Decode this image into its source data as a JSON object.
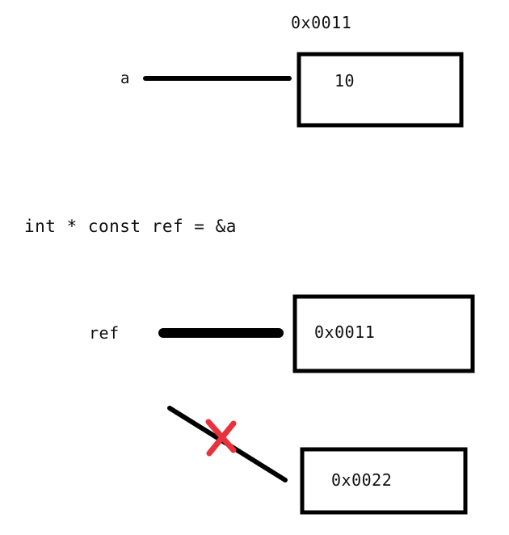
{
  "top": {
    "address_label": "0x0011",
    "variable_label": "a",
    "box_value": "10"
  },
  "declaration": {
    "code": "int * const ref = &a"
  },
  "middle": {
    "variable_label": "ref",
    "box_value": "0x0011"
  },
  "bottom": {
    "box_value": "0x0022"
  },
  "colors": {
    "ink": "#000000",
    "cross": "#e8323c"
  },
  "icons": {
    "cross": "red-x-cross-icon"
  }
}
